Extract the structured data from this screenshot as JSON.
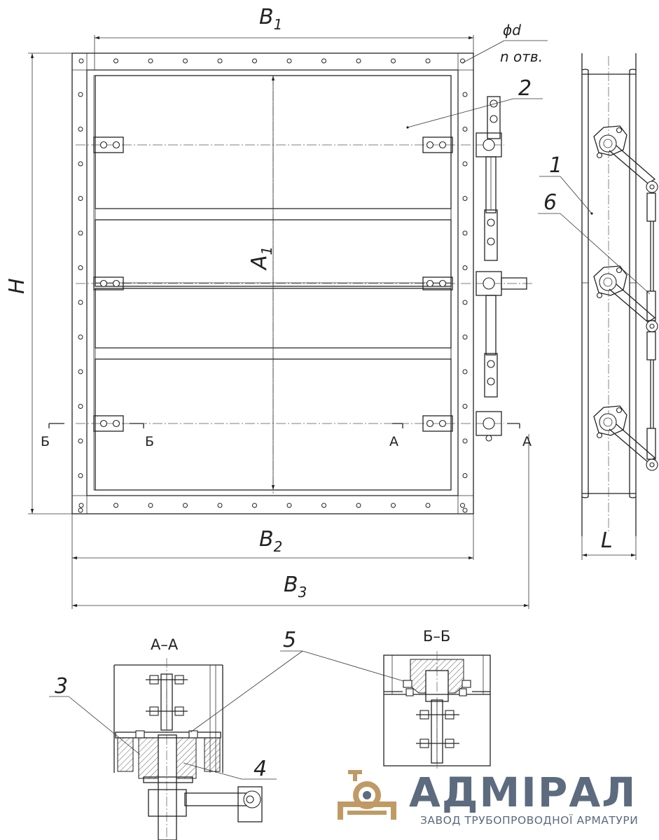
{
  "dimensions": {
    "b1": "B",
    "b1_sub": "1",
    "b2": "B",
    "b2_sub": "2",
    "b3": "B",
    "b3_sub": "3",
    "a1": "A",
    "a1_sub": "1",
    "h": "H",
    "l": "L",
    "hole_d": "ϕd",
    "hole_n": "n отв."
  },
  "callouts": [
    "1",
    "2",
    "3",
    "4",
    "5",
    "6"
  ],
  "section_marks": {
    "a": "А",
    "b": "Б"
  },
  "sections": {
    "aa": "А–А",
    "bb": "Б–Б"
  },
  "brand": {
    "name": "АДМІРАЛ",
    "tagline": "ЗАВОД ТРУБОПРОВОДНОЇ АРМАТУРИ",
    "colors": {
      "gold": "#c09a64",
      "slate": "#5c6b7e"
    }
  }
}
